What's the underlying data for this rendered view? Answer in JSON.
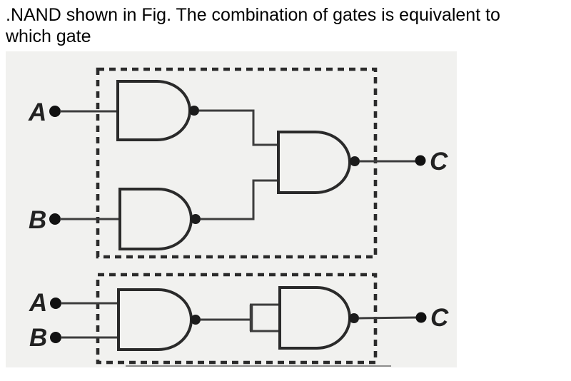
{
  "question": {
    "line1": ".NAND shown in Fig. The combination of gates is equivalent to",
    "line2": "which gate"
  },
  "figure": {
    "top_circuit": {
      "input_a": "A",
      "input_b": "B",
      "output": "C",
      "gate_type": "NAND",
      "gate_count": 3
    },
    "bottom_circuit": {
      "input_a": "A",
      "input_b": "B",
      "output": "C",
      "gate_type": "NAND",
      "gate_count": 2
    },
    "colors": {
      "panel_background": "#f1f1ef",
      "ink": "#2a2a2a",
      "question_text": "#000000"
    }
  }
}
